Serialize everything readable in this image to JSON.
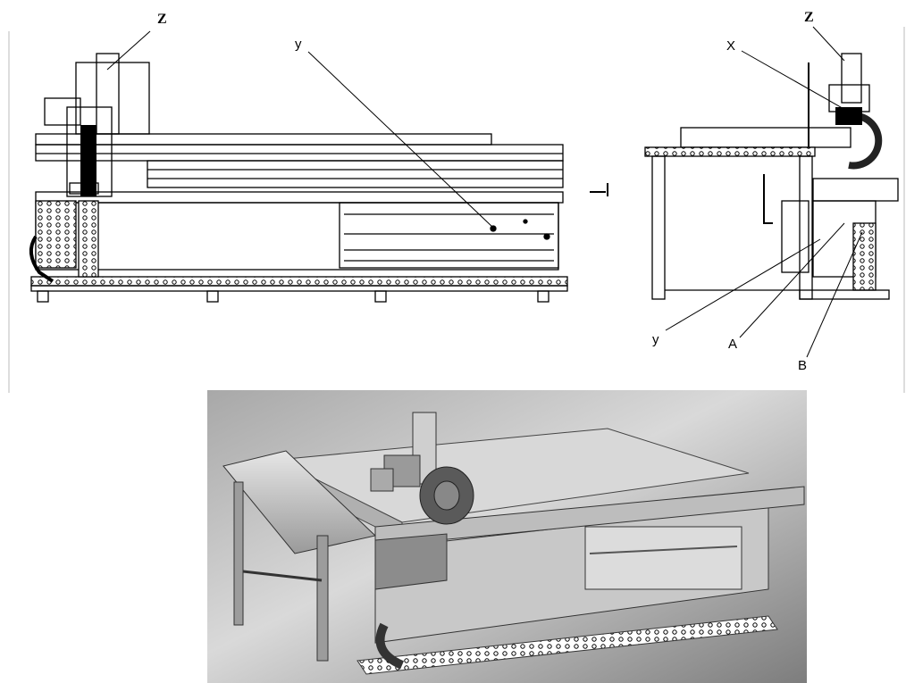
{
  "labels": {
    "front_z": "Z",
    "front_y": "y",
    "side_z": "Z",
    "side_x": "X",
    "side_y": "y",
    "side_a": "A",
    "side_b": "B"
  },
  "views": [
    {
      "name": "front-view"
    },
    {
      "name": "side-view"
    },
    {
      "name": "isometric-render"
    }
  ],
  "colors": {
    "line": "#000000",
    "render_bg_light": "#d6d6d6",
    "render_bg_dark": "#6a6a6a",
    "metal": "#bdbdbd"
  }
}
